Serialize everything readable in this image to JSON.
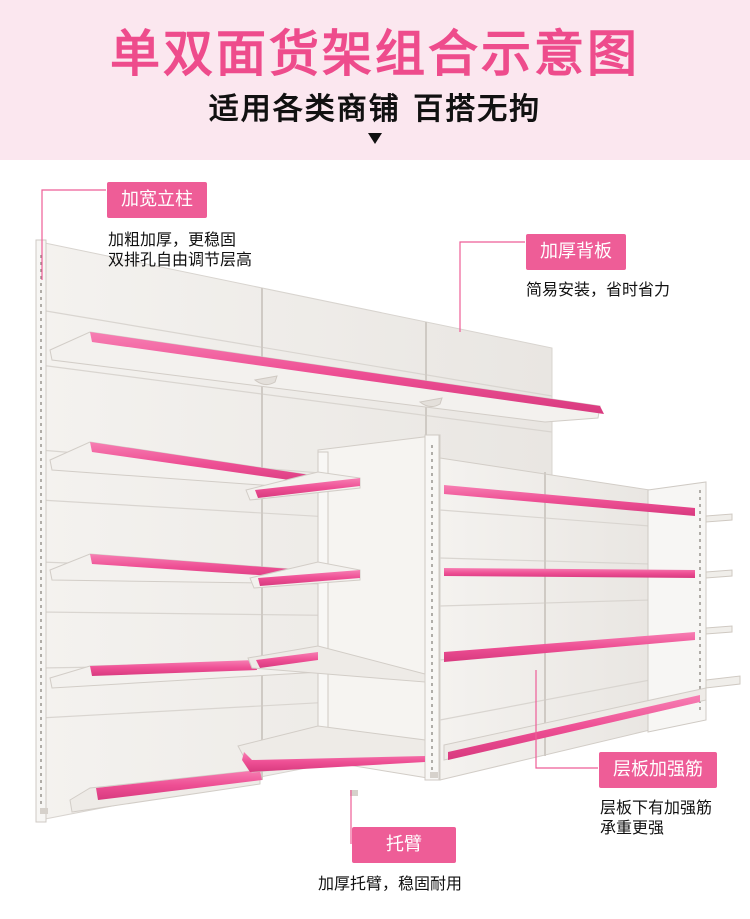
{
  "header": {
    "title": "单双面货架组合示意图",
    "subtitle": "适用各类商铺 百搭无拘"
  },
  "callouts": {
    "upright": {
      "tag": "加宽立柱",
      "lines": [
        "加粗加厚，更稳固",
        "双排孔自由调节层高"
      ]
    },
    "backboard": {
      "tag": "加厚背板",
      "lines": [
        "简易安装，省时省力"
      ]
    },
    "rib": {
      "tag": "层板加强筋",
      "lines": [
        "层板下有加强筋",
        "承重更强"
      ]
    },
    "bracket": {
      "tag": "托臂",
      "lines": [
        "加厚托臂，稳固耐用"
      ]
    }
  },
  "colors": {
    "accent": "#ee5d97",
    "title": "#ee4c8c",
    "header_bg": "#fbe7ef",
    "shelf_pink": "#f05a9c",
    "panel": "#f1efec"
  }
}
